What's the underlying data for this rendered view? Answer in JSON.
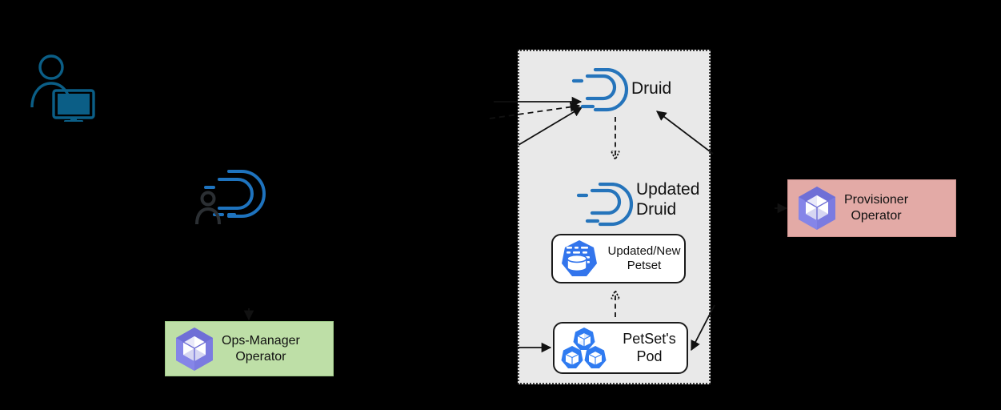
{
  "diagram": {
    "title": "Druid Ops-Manager / Provisioner Operator update flow",
    "background_color": "#000000",
    "cluster": {
      "name": "namespace-cluster-box",
      "fill": "#e9e9e9",
      "border_style": "dotted",
      "border_color": "#3a3a3a"
    },
    "nodes": {
      "user": {
        "icon": "user-at-computer-icon",
        "color": "#0b5e86"
      },
      "druid_user": {
        "icon": "druid-user-icon",
        "color": "#1e73be"
      },
      "druid": {
        "label": "Druid",
        "icon": "druid-logo-icon",
        "color": "#2574bb"
      },
      "updated_druid": {
        "label": "Updated\nDruid",
        "icon": "druid-logo-icon",
        "color": "#2574bb"
      },
      "updated_new_petset": {
        "label": "Updated/New\nPetset",
        "icon": "petset-database-icon",
        "color": "#3375ec"
      },
      "petsets_pod": {
        "label": "PetSet's\nPod",
        "icon": "pods-cubes-icon",
        "color": "#2f7bf1"
      },
      "ops_manager_operator": {
        "label": "Ops-Manager\nOperator",
        "icon": "kubedb-operator-icon",
        "fill": "#bedfa7",
        "icon_color": "#6f6fd6"
      },
      "provisioner_operator": {
        "label": "Provisioner\nOperator",
        "icon": "kubedb-operator-icon",
        "fill": "#e3aaa6",
        "icon_color": "#6f6fd6"
      }
    },
    "connectors": [
      {
        "name": "user-to-druid",
        "style": "solid",
        "arrow": "to-druid"
      },
      {
        "name": "druid-user-to-druid",
        "style": "dashed",
        "arrow": "to-druid"
      },
      {
        "name": "ops-manager-to-druid",
        "style": "solid",
        "arrow": "to-druid"
      },
      {
        "name": "provisioner-to-druid",
        "style": "solid",
        "arrow": "to-druid"
      },
      {
        "name": "druid-to-updated-druid",
        "style": "dashed",
        "arrow": "down"
      },
      {
        "name": "petset-pod-to-updated-petset",
        "style": "dashed",
        "arrow": "up"
      },
      {
        "name": "ops-manager-to-petsets-pod",
        "style": "solid",
        "arrow": "to-pod"
      },
      {
        "name": "provisioner-to-petsets-pod",
        "style": "solid",
        "arrow": "to-pod"
      }
    ]
  }
}
